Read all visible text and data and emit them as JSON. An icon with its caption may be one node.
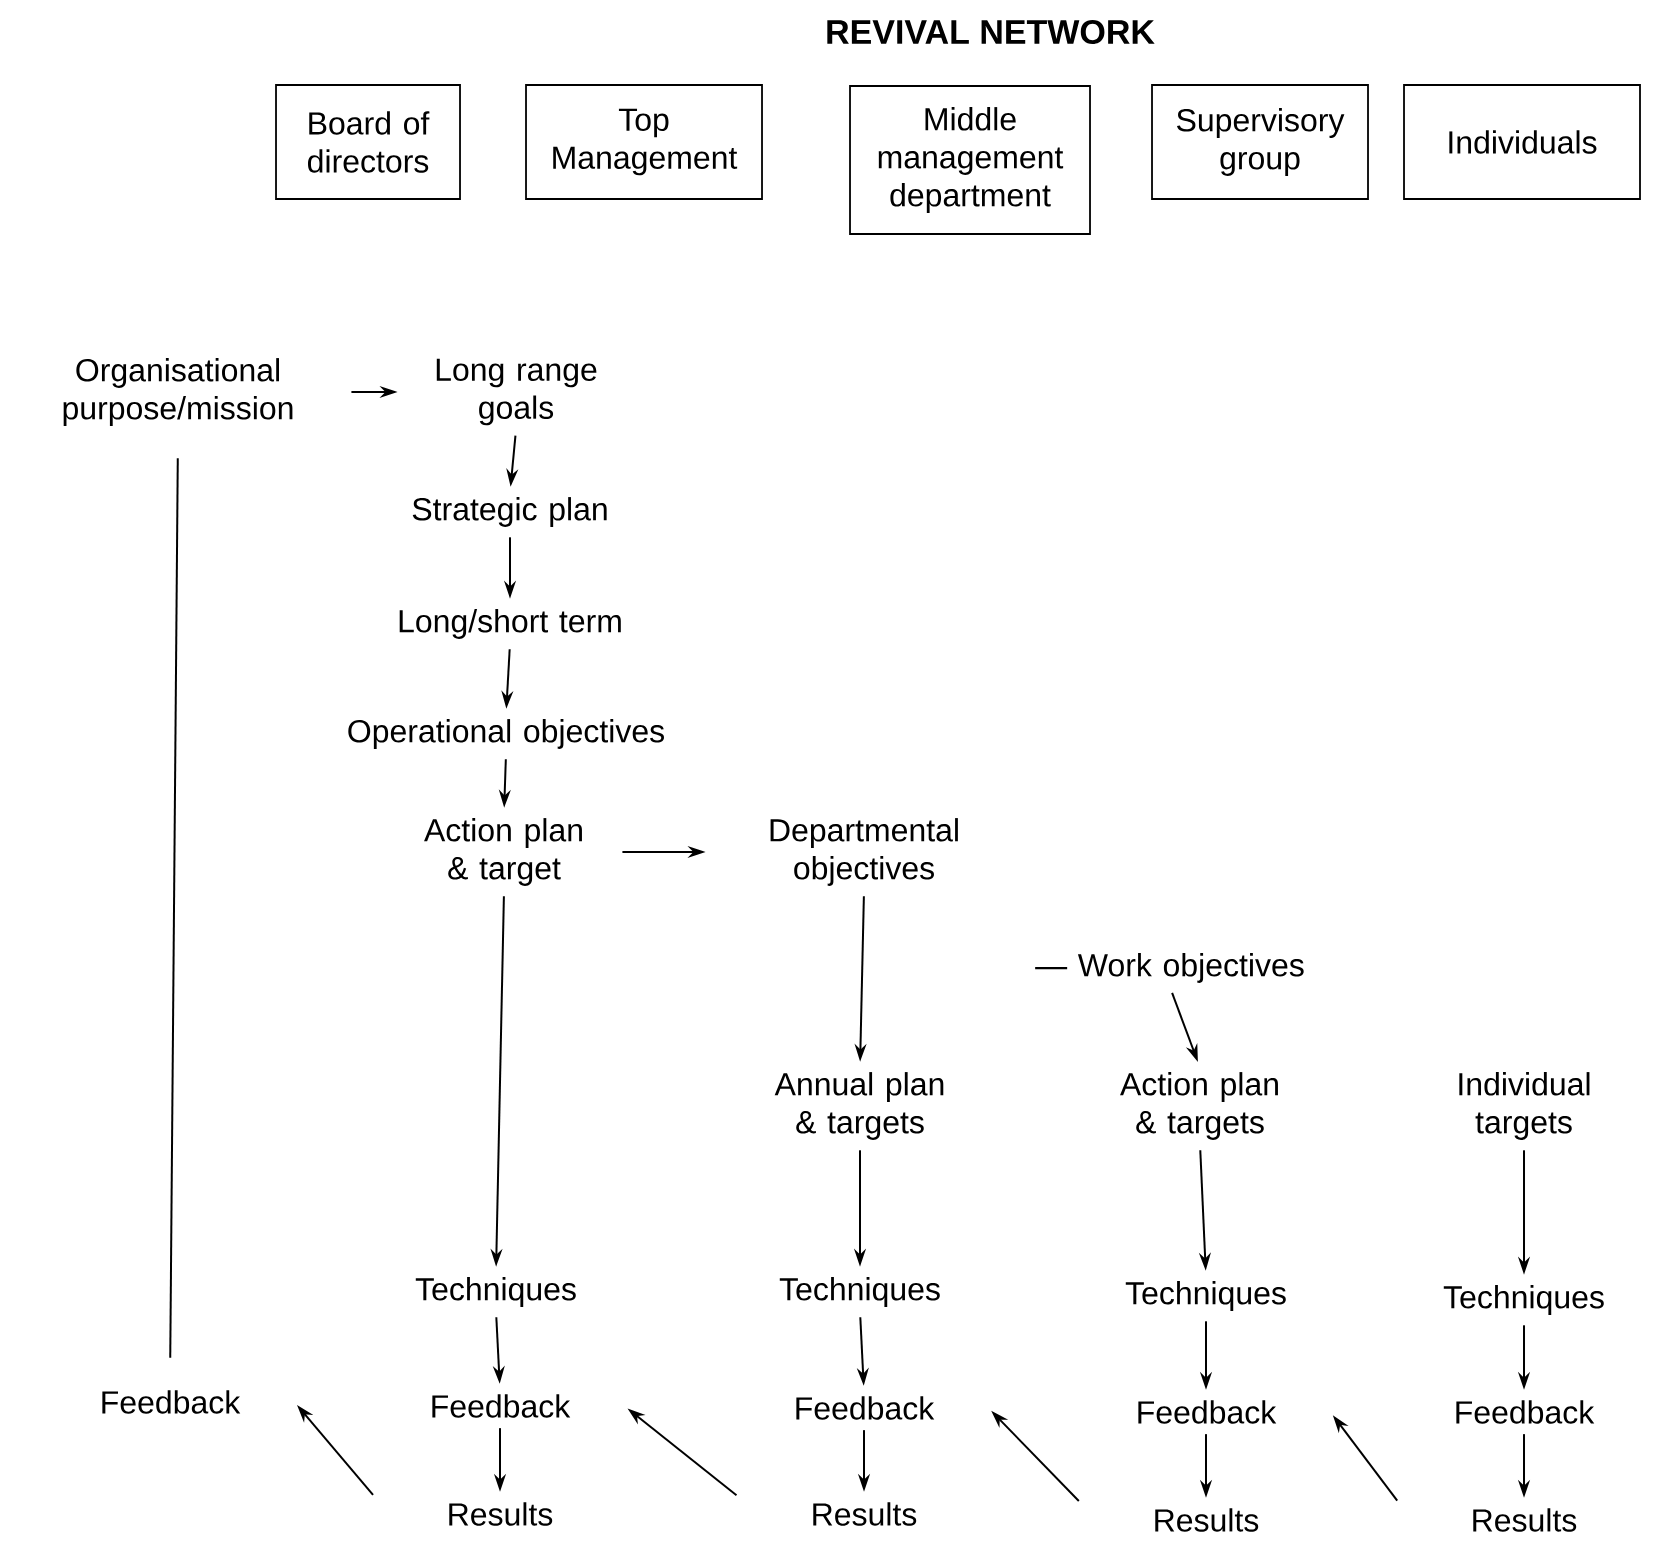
{
  "diagram": {
    "title": "REVIVAL NETWORK",
    "nodes": [
      {
        "text": [
          "Board of directors"
        ]
      },
      {
        "text": [
          "Top Management"
        ]
      },
      {
        "text": [
          "Middle management department"
        ]
      },
      {
        "text": [
          "Supervisory group"
        ]
      },
      {
        "text": [
          "Individuals"
        ]
      },
      {
        "text": [
          "Organisational purpose/mission"
        ]
      },
      {
        "text": [
          "Long range goals"
        ]
      },
      {
        "text": [
          "Strategic plan"
        ]
      },
      {
        "text": [
          "Long/short term"
        ]
      },
      {
        "text": [
          "Operational objectives"
        ]
      },
      {
        "text": [
          "Action plan & target"
        ]
      },
      {
        "text": [
          "Departmental objectives"
        ]
      },
      {
        "text": [
          "— Work objectives"
        ]
      },
      {
        "text": [
          "Annual plan & targets"
        ]
      },
      {
        "text": [
          "Action plan & targets"
        ]
      },
      {
        "text": [
          "Individual targets"
        ]
      },
      {
        "text": [
          "Feedback"
        ]
      },
      {
        "text": [
          "Techniques"
        ]
      },
      {
        "text": [
          "Feedback"
        ]
      },
      {
        "text": [
          "Results"
        ]
      },
      {
        "text": [
          "Techniques"
        ]
      },
      {
        "text": [
          "Feedback"
        ]
      },
      {
        "text": [
          "Results"
        ]
      },
      {
        "text": [
          "Techniques"
        ]
      },
      {
        "text": [
          "Feedback"
        ]
      },
      {
        "text": [
          "Results"
        ]
      },
      {
        "text": [
          "Techniques"
        ]
      },
      {
        "text": [
          "Feedback"
        ]
      },
      {
        "text": [
          "Results"
        ]
      }
    ],
    "edges": [
      {
        "from": 5,
        "to": 6,
        "arrow": "to"
      },
      {
        "from": 6,
        "to": 7,
        "arrow": "to"
      },
      {
        "from": 7,
        "to": 8,
        "arrow": "to"
      },
      {
        "from": 8,
        "to": 9,
        "arrow": "to"
      },
      {
        "from": 9,
        "to": 10,
        "arrow": "to"
      },
      {
        "from": 10,
        "to": 11,
        "arrow": "to"
      },
      {
        "from": 10,
        "to": 17,
        "arrow": "to"
      },
      {
        "from": 11,
        "to": 13,
        "arrow": "to"
      },
      {
        "from": 12,
        "to": 14,
        "arrow": "to"
      },
      {
        "from": 13,
        "to": 20,
        "arrow": "to"
      },
      {
        "from": 14,
        "to": 23,
        "arrow": "to"
      },
      {
        "from": 15,
        "to": 26,
        "arrow": "to"
      },
      {
        "from": 17,
        "to": 18,
        "arrow": "to"
      },
      {
        "from": 18,
        "to": 19,
        "arrow": "to"
      },
      {
        "from": 20,
        "to": 21,
        "arrow": "to"
      },
      {
        "from": 21,
        "to": 22,
        "arrow": "to"
      },
      {
        "from": 23,
        "to": 24,
        "arrow": "to"
      },
      {
        "from": 24,
        "to": 25,
        "arrow": "to"
      },
      {
        "from": 26,
        "to": 27,
        "arrow": "to"
      },
      {
        "from": 27,
        "to": 28,
        "arrow": "to"
      },
      {
        "from": 19,
        "to": 16,
        "arrow": "to"
      },
      {
        "from": 22,
        "to": 18,
        "arrow": "to"
      },
      {
        "from": 25,
        "to": 21,
        "arrow": "to"
      },
      {
        "from": 28,
        "to": 24,
        "arrow": "to"
      },
      {
        "from": 5,
        "to": 16,
        "arrow": "none"
      }
    ]
  }
}
